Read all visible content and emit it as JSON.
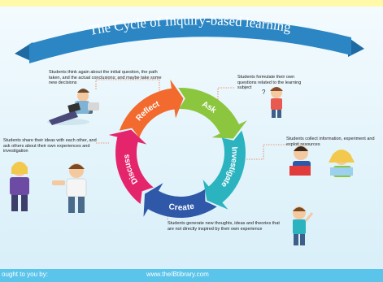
{
  "title": "The Cycle of Inquiry-based learning",
  "stages": [
    {
      "label": "Reflect",
      "color": "#f26a2e"
    },
    {
      "label": "Ask",
      "color": "#8cc63f"
    },
    {
      "label": "Investigate",
      "color": "#2bb3c0"
    },
    {
      "label": "Create",
      "color": "#2f59a8"
    },
    {
      "label": "Discuss",
      "color": "#e5256b"
    }
  ],
  "notes": {
    "reflect": "Students think again about the initial question, the path taken, and the actual conclusions; and maybe take some new decisions",
    "ask": "Students formulate their own questions related to the learning subject",
    "investigate": "Students collect information, experiment and exploit resources",
    "create": "Students generate new thoughts, ideas and theories that are not directly inspired by their own experience",
    "discuss": "Students share their ideas with each other, and ask others about their own experiences and investigation"
  },
  "footer": {
    "brought_by": "ought to you by:",
    "url": "www.theIBtibrary.com"
  },
  "colors": {
    "banner": "#2c86c4",
    "footer": "#5ac4ea",
    "background": "#e4f4fb"
  }
}
